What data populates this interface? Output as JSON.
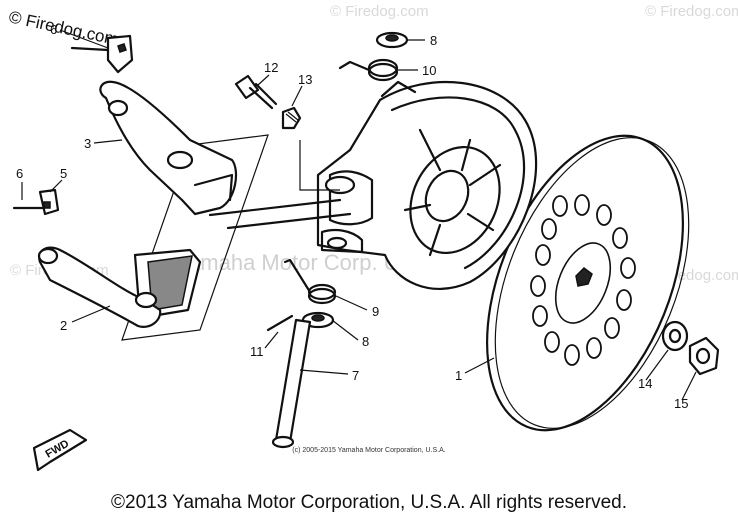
{
  "watermarks": {
    "top_left": "© Firedog.com",
    "repeat": "© Firedog.com",
    "center": "Yamaha Motor Corp. U.S.A."
  },
  "part_labels": {
    "p1": "1",
    "p2": "2",
    "p3": "3",
    "p5": "5",
    "p6_top": "6",
    "p6_left": "6",
    "p7": "7",
    "p8_top": "8",
    "p8_bottom": "8",
    "p9": "9",
    "p10": "10",
    "p11": "11",
    "p12": "12",
    "p13": "13",
    "p14": "14",
    "p15": "15"
  },
  "fwd_sign": "FWD",
  "small_copyright": "(c) 2005-2015 Yamaha Motor Corporation, U.S.A.",
  "footer_copyright": "©2013 Yamaha Motor Corporation, U.S.A. All rights reserved."
}
